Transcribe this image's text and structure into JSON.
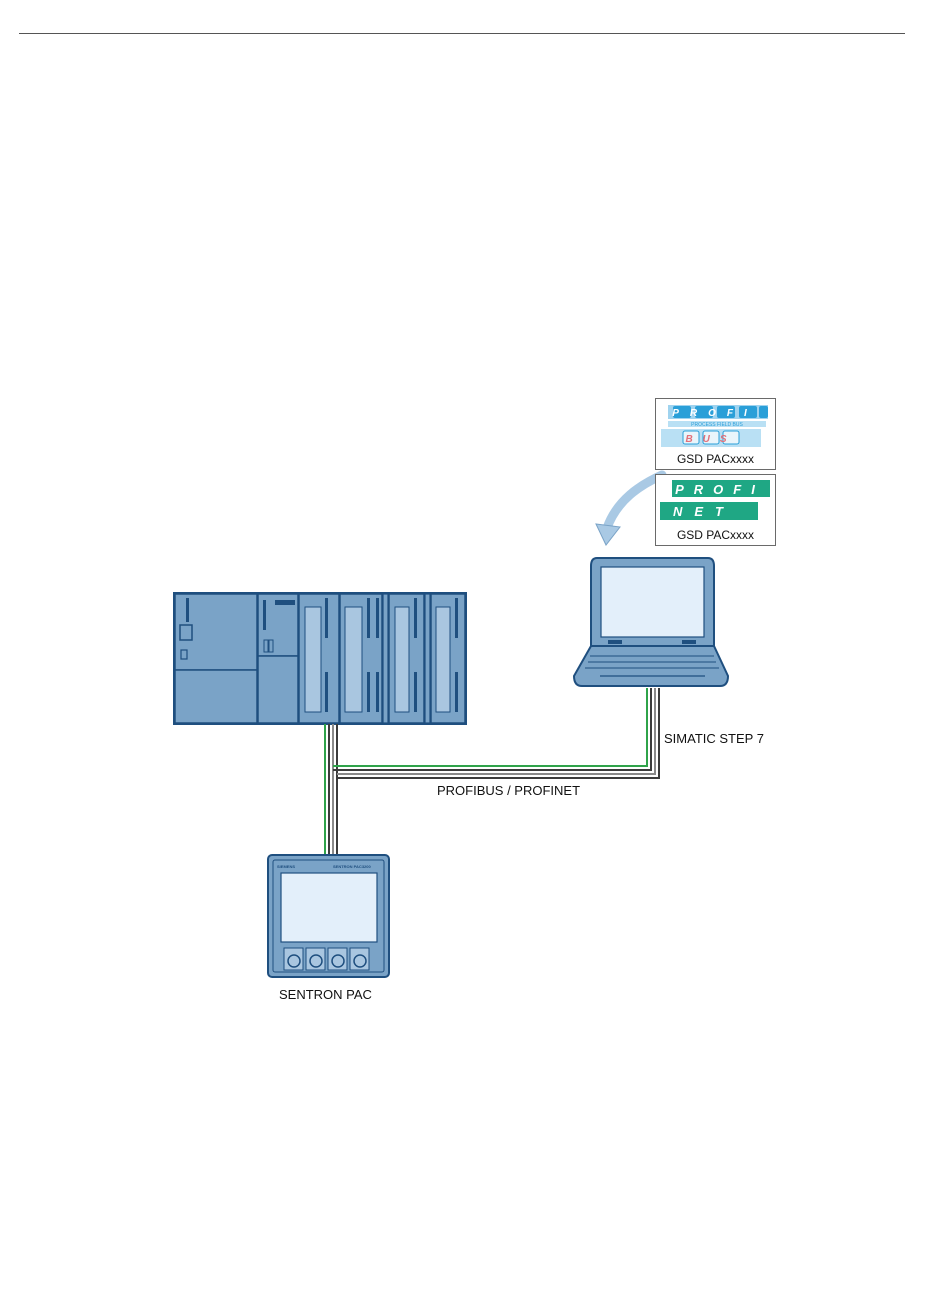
{
  "figure": {
    "gsd_profibus": {
      "logo_top": "PROFI",
      "logo_mid": "PROCESS FIELD BUS",
      "logo_bottom": "BUS",
      "caption": "GSD PACxxxx"
    },
    "gsd_profinet": {
      "logo_top": "PROFI",
      "logo_bottom": "NET",
      "caption": "GSD PACxxxx"
    },
    "device_header_left": "SIEMENS",
    "device_header_right": "SENTRON PAC3200",
    "labels": {
      "step7": "SIMATIC STEP 7",
      "bus": "PROFIBUS / PROFINET",
      "device": "SENTRON PAC"
    },
    "colors": {
      "device_fill": "#7aa3c7",
      "device_stroke": "#1f4f7f",
      "screen_fill": "#e3effa",
      "profibus_blue": "#2a9fd8",
      "profinet_green": "#1fa784",
      "cable_dark": "#3c3c3c",
      "cable_green": "#2fa34a"
    }
  }
}
